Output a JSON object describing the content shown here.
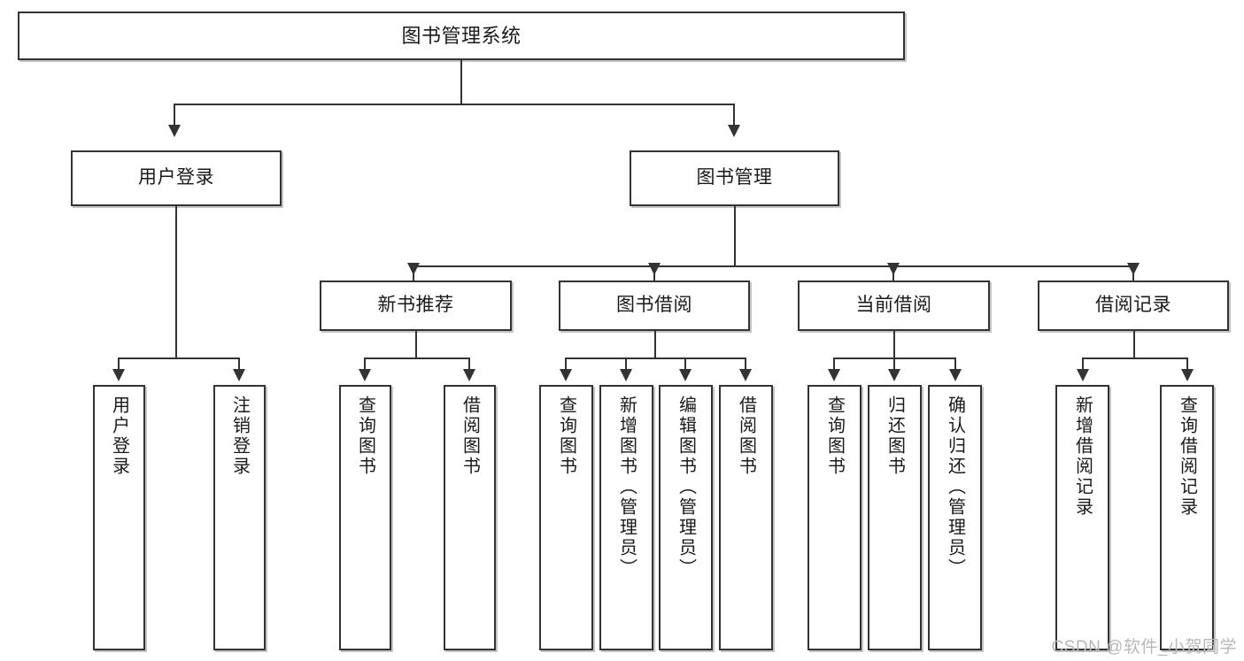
{
  "diagram": {
    "title": "图书管理系统",
    "type": "hierarchy-tree",
    "root": {
      "id": "root",
      "label": "图书管理系统"
    },
    "level2": [
      {
        "id": "user-login",
        "label": "用户登录"
      },
      {
        "id": "book-management",
        "label": "图书管理"
      }
    ],
    "level3": [
      {
        "id": "new-book-recommend",
        "label": "新书推荐"
      },
      {
        "id": "book-borrow",
        "label": "图书借阅"
      },
      {
        "id": "current-borrow",
        "label": "当前借阅"
      },
      {
        "id": "borrow-record",
        "label": "借阅记录"
      }
    ],
    "leaves": {
      "user_login": [
        {
          "id": "leaf-user-login",
          "label": "用户登录"
        },
        {
          "id": "leaf-user-logout",
          "label": "注销登录"
        }
      ],
      "new_book_recommend": [
        {
          "id": "leaf-query-book-1",
          "label": "查询图书"
        },
        {
          "id": "leaf-borrow-book-1",
          "label": "借阅图书"
        }
      ],
      "book_borrow": [
        {
          "id": "leaf-query-book-2",
          "label": "查询图书"
        },
        {
          "id": "leaf-add-book",
          "label": "新增图书（管理员）"
        },
        {
          "id": "leaf-edit-book",
          "label": "编辑图书（管理员）"
        },
        {
          "id": "leaf-borrow-book-2",
          "label": "借阅图书"
        }
      ],
      "current_borrow": [
        {
          "id": "leaf-query-book-3",
          "label": "查询图书"
        },
        {
          "id": "leaf-return-book",
          "label": "归还图书"
        },
        {
          "id": "leaf-confirm-return",
          "label": "确认归还（管理员）"
        }
      ],
      "borrow_record": [
        {
          "id": "leaf-add-record",
          "label": "新增借阅记录"
        },
        {
          "id": "leaf-query-record",
          "label": "查询借阅记录"
        }
      ]
    }
  },
  "watermark": {
    "text": "CSDN @软件_小贺同学"
  },
  "colors": {
    "border": "#333333",
    "background": "#ffffff",
    "text": "#1a1a1a",
    "watermark": "#b8b8b8"
  }
}
